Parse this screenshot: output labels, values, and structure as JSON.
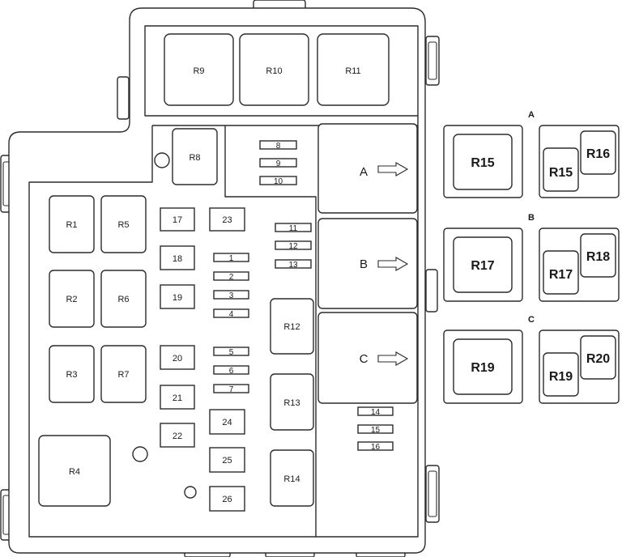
{
  "main_box": {
    "relays": [
      {
        "id": "r9",
        "label": "R9"
      },
      {
        "id": "r10",
        "label": "R10"
      },
      {
        "id": "r11",
        "label": "R11"
      },
      {
        "id": "r8",
        "label": "R8"
      },
      {
        "id": "r1",
        "label": "R1"
      },
      {
        "id": "r5",
        "label": "R5"
      },
      {
        "id": "r2",
        "label": "R2"
      },
      {
        "id": "r6",
        "label": "R6"
      },
      {
        "id": "r3",
        "label": "R3"
      },
      {
        "id": "r7",
        "label": "R7"
      },
      {
        "id": "r4",
        "label": "R4"
      },
      {
        "id": "r12",
        "label": "R12"
      },
      {
        "id": "r13",
        "label": "R13"
      },
      {
        "id": "r14",
        "label": "R14"
      }
    ],
    "square_fuses": [
      {
        "id": "f17",
        "label": "17"
      },
      {
        "id": "f23",
        "label": "23"
      },
      {
        "id": "f18",
        "label": "18"
      },
      {
        "id": "f19",
        "label": "19"
      },
      {
        "id": "f20",
        "label": "20"
      },
      {
        "id": "f21",
        "label": "21"
      },
      {
        "id": "f22",
        "label": "22"
      },
      {
        "id": "f24",
        "label": "24"
      },
      {
        "id": "f25",
        "label": "25"
      },
      {
        "id": "f26",
        "label": "26"
      }
    ],
    "blade_fuses": [
      {
        "id": "f8",
        "label": "8"
      },
      {
        "id": "f9",
        "label": "9"
      },
      {
        "id": "f10",
        "label": "10"
      },
      {
        "id": "f11",
        "label": "11"
      },
      {
        "id": "f12",
        "label": "12"
      },
      {
        "id": "f13",
        "label": "13"
      },
      {
        "id": "f1",
        "label": "1"
      },
      {
        "id": "f2",
        "label": "2"
      },
      {
        "id": "f3",
        "label": "3"
      },
      {
        "id": "f4",
        "label": "4"
      },
      {
        "id": "f5",
        "label": "5"
      },
      {
        "id": "f6",
        "label": "6"
      },
      {
        "id": "f7",
        "label": "7"
      },
      {
        "id": "f14",
        "label": "14"
      },
      {
        "id": "f15",
        "label": "15"
      },
      {
        "id": "f16",
        "label": "16"
      }
    ],
    "sockets": [
      {
        "id": "a",
        "label": "A"
      },
      {
        "id": "b",
        "label": "B"
      },
      {
        "id": "c",
        "label": "C"
      }
    ]
  },
  "details": [
    {
      "id": "a",
      "section_label": "A",
      "large_label": "R15",
      "pair_left": "R15",
      "pair_right": "R16"
    },
    {
      "id": "b",
      "section_label": "B",
      "large_label": "R17",
      "pair_left": "R17",
      "pair_right": "R18"
    },
    {
      "id": "c",
      "section_label": "C",
      "large_label": "R19",
      "pair_left": "R19",
      "pair_right": "R20"
    }
  ]
}
